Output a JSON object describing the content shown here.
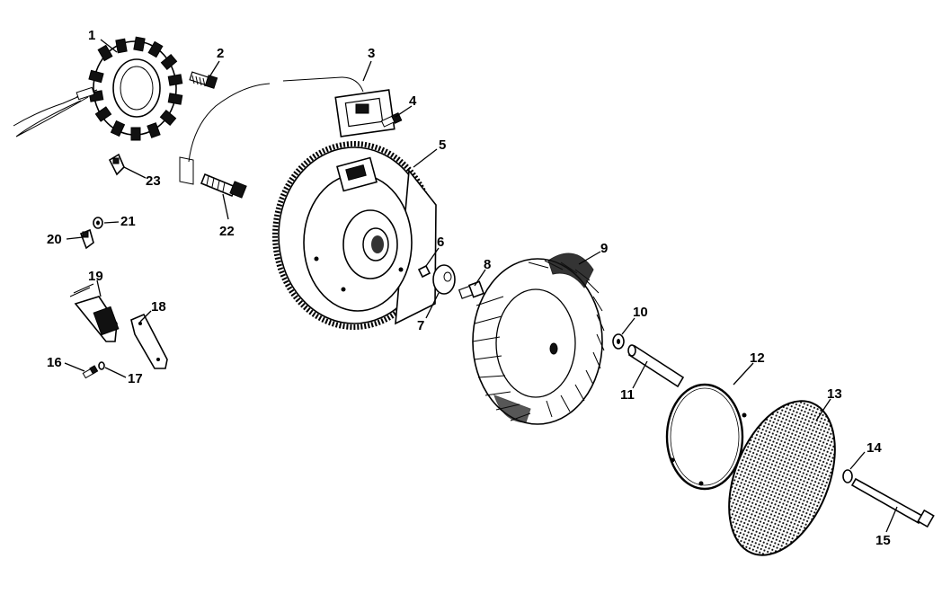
{
  "diagram": {
    "callouts": [
      "1",
      "2",
      "3",
      "4",
      "5",
      "6",
      "7",
      "8",
      "9",
      "10",
      "11",
      "12",
      "13",
      "14",
      "15",
      "16",
      "17",
      "18",
      "19",
      "20",
      "21",
      "22",
      "23"
    ]
  },
  "icons": {
    "stator": "stator-icon",
    "screw": "screw-icon",
    "ignition_module": "ignition-module-icon",
    "flywheel": "flywheel-icon",
    "fan": "fan-icon",
    "screen": "grass-screen-icon",
    "spark_plug": "spark-plug-icon"
  }
}
